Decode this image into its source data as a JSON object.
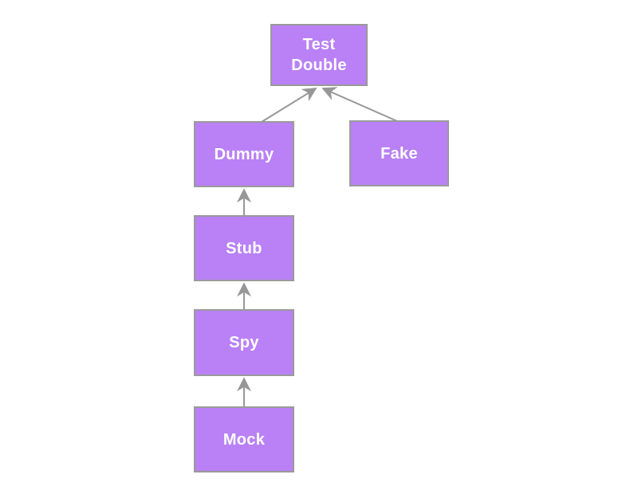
{
  "diagram": {
    "type": "hierarchy",
    "description": "Test Double taxonomy diagram",
    "colors": {
      "background": "#ffffff",
      "node_fill": "#b981f5",
      "node_border": "#9a9a9a",
      "edge": "#979797",
      "label": "#ffffff"
    },
    "nodes": [
      {
        "id": "test-double",
        "label": "Test\nDouble"
      },
      {
        "id": "dummy",
        "label": "Dummy"
      },
      {
        "id": "fake",
        "label": "Fake"
      },
      {
        "id": "stub",
        "label": "Stub"
      },
      {
        "id": "spy",
        "label": "Spy"
      },
      {
        "id": "mock",
        "label": "Mock"
      }
    ],
    "edges": [
      {
        "from": "dummy",
        "to": "test-double"
      },
      {
        "from": "fake",
        "to": "test-double"
      },
      {
        "from": "stub",
        "to": "dummy"
      },
      {
        "from": "spy",
        "to": "stub"
      },
      {
        "from": "mock",
        "to": "spy"
      }
    ]
  }
}
